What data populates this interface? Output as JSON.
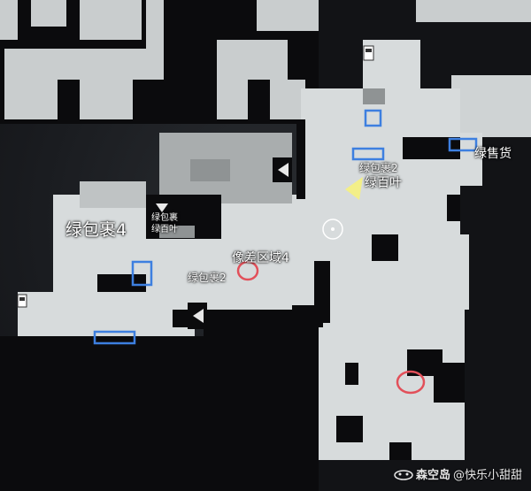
{
  "labels": {
    "green_vending": "绿售货",
    "green_package_2_top": "绿包裹2",
    "green_louver": "绿百叶",
    "green_package_4": "绿包裹4",
    "small_package": "绿包裹",
    "small_louver": "绿百叶",
    "parallax_area_4": "像差区域4",
    "green_package_2_mid": "绿包裹2"
  },
  "watermark": {
    "brand": "森空岛",
    "handle": "@快乐小甜甜"
  },
  "colors": {
    "box_marker": "#3d7fe0",
    "circle_marker": "#e2505a",
    "player_marker": "#f3ef88",
    "floor": "#d7dbdc",
    "wall": "#0b0b0d"
  },
  "icons": [
    "vending-machine-icon",
    "player-direction-icon",
    "waypoint-ring-icon",
    "louver-door-icon",
    "watermark-logo-icon"
  ]
}
